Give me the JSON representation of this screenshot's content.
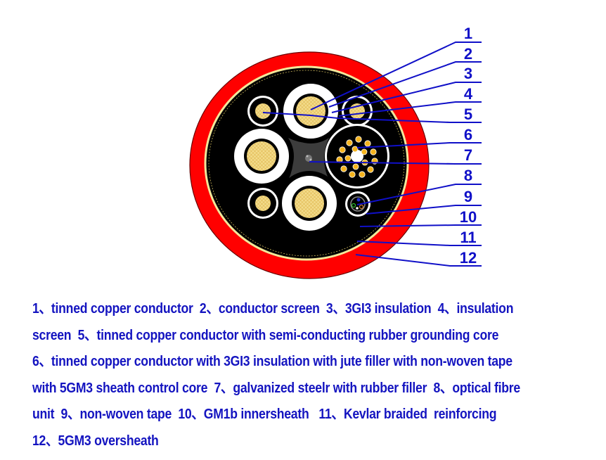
{
  "colors": {
    "oversheath": "#ff0000",
    "innersheath": "#000000",
    "kevlar_braid": "#f2e79a",
    "insulation": "#ffffff",
    "conductor": "#f0d890",
    "control_conductor": "#f5b41e",
    "filler": "#404040",
    "leader_line": "#1010c8",
    "text": "#1414c0"
  },
  "callouts": [
    {
      "number": "1",
      "label": "tinned copper conductor"
    },
    {
      "number": "2",
      "label": "conductor screen"
    },
    {
      "number": "3",
      "label": "3GI3 insulation"
    },
    {
      "number": "4",
      "label": "insulation screen"
    },
    {
      "number": "5",
      "label": "tinned copper conductor with semi-conducting rubber grounding core"
    },
    {
      "number": "6",
      "label": "tinned copper conductor with 3GI3 insulation with jute filler with non-woven tape with 5GM3 sheath control core"
    },
    {
      "number": "7",
      "label": "galvanized steelr with rubber filler"
    },
    {
      "number": "8",
      "label": "optical fibre unit"
    },
    {
      "number": "9",
      "label": "non-woven tape"
    },
    {
      "number": "10",
      "label": "GM1b innersheath"
    },
    {
      "number": "11",
      "label": "Kevlar braided  reinforcing"
    },
    {
      "number": "12",
      "label": "5GM3 oversheath"
    }
  ],
  "legend_lines": [
    "1、tinned copper conductor  2、conductor screen  3、3GI3 insulation  4、insulation",
    "screen  5、tinned copper conductor with semi-conducting rubber grounding core",
    "6、tinned copper conductor with 3GI3 insulation with jute filler with non-woven tape",
    "with 5GM3 sheath control core  7、galvanized steelr with rubber filler  8、optical fibre",
    "unit  9、non-woven tape  10、GM1b innersheath   11、Kevlar braided  reinforcing",
    "12、5GM3 oversheath"
  ]
}
